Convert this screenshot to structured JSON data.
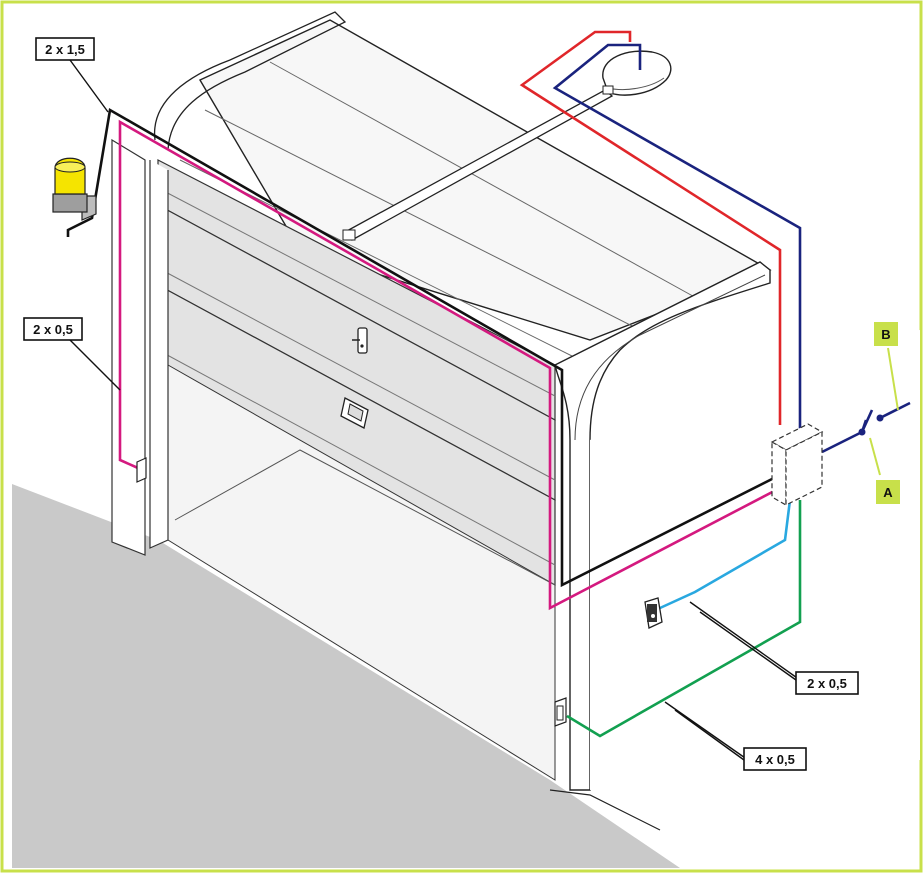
{
  "labels": {
    "flashing_light_cable": "2 x 1,5",
    "safety_edge_cable": "2 x 0,5",
    "photocell_tx_cable": "2 x 0,5",
    "photocell_rx_cable": "4 x 0,5"
  },
  "tags": {
    "a": "A",
    "b": "B"
  },
  "colors": {
    "frame": "#c8e04a",
    "tag_fill": "#c8e04a",
    "floor": "#c9c9c9",
    "door_panel": "#e3e3e3",
    "wire_power_red": "#e0262a",
    "wire_power_blue": "#1a237e",
    "wire_flash_black": "#111111",
    "wire_edge_magenta": "#d4197f",
    "wire_photocell_cyan": "#29a8e0",
    "wire_photocell_green": "#12a050",
    "lamp_yellow": "#f5e400"
  }
}
